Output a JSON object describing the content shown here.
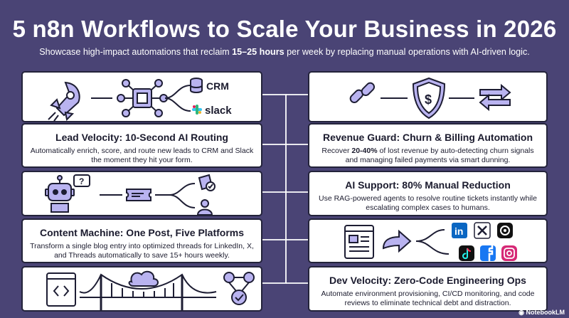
{
  "header": {
    "title": "5 n8n Workflows to Scale Your Business in 2026",
    "subtitle_pre": "Showcase high-impact automations that reclaim ",
    "subtitle_bold": "15–25 hours",
    "subtitle_post": " per week by replacing manual operations with AI-driven logic."
  },
  "workflows": [
    {
      "title": "Lead Velocity: 10-Second AI Routing",
      "desc": "Automatically enrich, score, and route new leads to CRM and Slack the moment they hit your form."
    },
    {
      "title": "Content Machine: One Post, Five Platforms",
      "desc": "Transform a single blog entry into optimized threads for LinkedIn, X, and Threads automatically to save 15+ hours weekly."
    },
    {
      "title": "Revenue Guard: Churn & Billing Automation",
      "desc_bold": "20-40%",
      "desc_pre": "Recover ",
      "desc_post": " of lost revenue by auto-detecting churn signals and managing failed payments via smart dunning."
    },
    {
      "title": "AI Support: 80% Manual Reduction",
      "desc": "Use RAG-powered agents to resolve routine tickets instantly while escalating complex cases to humans."
    },
    {
      "title": "Dev Velocity: Zero-Code Engineering Ops",
      "desc": "Automate environment provisioning, CI/CD monitoring, and code reviews to eliminate technical debt and distraction."
    }
  ],
  "icon_labels": {
    "crm": "CRM",
    "slack": "slack",
    "linkedin": "in"
  },
  "footer": {
    "brand": "NotebookLM"
  },
  "colors": {
    "background": "#4a4475",
    "icon_fill": "#b9b3f0",
    "icon_stroke": "#1d1d33",
    "linkedin": "#0a66c2",
    "facebook": "#1877f2"
  }
}
